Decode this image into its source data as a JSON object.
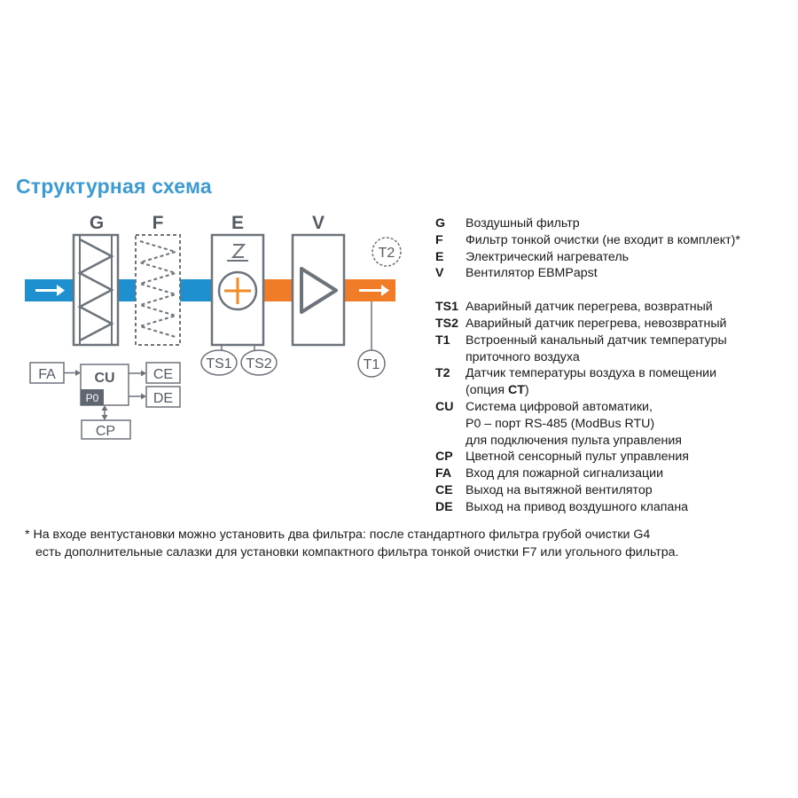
{
  "title": "Структурная схема",
  "diagram": {
    "sections": {
      "g": "G",
      "f": "F",
      "e": "E",
      "v": "V"
    },
    "sensors": {
      "t2": "T2",
      "ts1": "TS1",
      "ts2": "TS2",
      "t1": "T1"
    },
    "control": {
      "fa": "FA",
      "cu": "CU",
      "p0": "P0",
      "ce": "CE",
      "de": "DE",
      "cp": "CP"
    },
    "colors": {
      "cold_air": "#1e90d0",
      "warm_air": "#f07c28",
      "outline": "#6d737b",
      "heater_plus": "#f08a24"
    }
  },
  "legend": {
    "group1": [
      {
        "code": "G",
        "desc": "Воздушный фильтр"
      },
      {
        "code": "F",
        "desc": "Фильтр тонкой очистки (не входит в комплект)*"
      },
      {
        "code": "E",
        "desc": "Электрический нагреватель"
      },
      {
        "code": "V",
        "desc": "Вентилятор EBMPapst"
      }
    ],
    "group2": [
      {
        "code": "TS1",
        "desc": "Аварийный датчик перегрева, возвратный"
      },
      {
        "code": "TS2",
        "desc": "Аварийный датчик перегрева, невозвратный"
      },
      {
        "code": "T1",
        "desc": "Встроенный канальный датчик температуры\nприточного воздуха"
      },
      {
        "code": "T2",
        "desc_a": "Датчик температуры воздуха в помещении\n(опция ",
        "desc_b": "CT",
        "desc_c": ")"
      },
      {
        "code": "CU",
        "desc": "Система цифровой автоматики,\nP0 – порт RS-485 (ModBus RTU)\nдля подключения пульта управления"
      },
      {
        "code": "CP",
        "desc": "Цветной сенсорный пульт управления"
      },
      {
        "code": "FA",
        "desc": "Вход для пожарной сигнализации"
      },
      {
        "code": "CE",
        "desc": "Выход на вытяжной вентилятор"
      },
      {
        "code": "DE",
        "desc": "Выход на привод воздушного клапана"
      }
    ]
  },
  "footnote": {
    "line1": "* На входе вентустановки можно установить два фильтра: после стандартного фильтра грубой очистки G4",
    "line2": "есть дополнительные салазки для установки компактного фильтра тонкой очистки F7 или угольного фильтра."
  }
}
